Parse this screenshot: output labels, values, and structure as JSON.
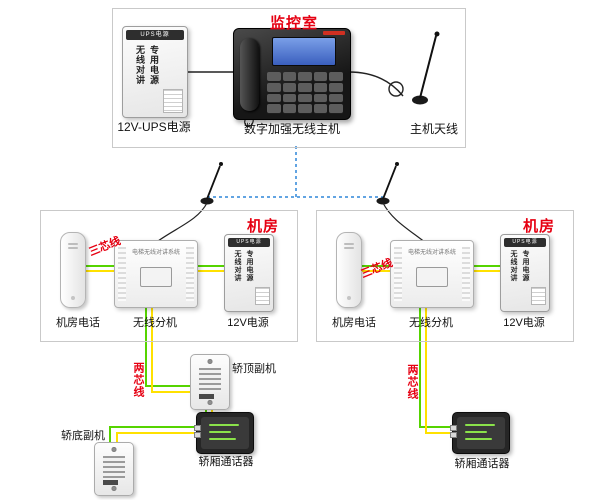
{
  "colors": {
    "title_red": "#e60012",
    "wire_green": "#55d400",
    "wire_yellow": "#ffe100",
    "wireless_link_blue": "#2e86d8"
  },
  "monitor_room": {
    "title": "监控室",
    "ups_label": "12V-UPS电源",
    "host_label": "数字加强无线主机",
    "antenna_label": "主机天线"
  },
  "device_faces": {
    "ups_brand": "UPS电源",
    "ups_col1": "无线对讲",
    "ups_col2": "专用电源",
    "extension_face": "电梯无线对讲系统"
  },
  "machine_rooms": [
    {
      "title": "机房",
      "wire_label": "三芯线",
      "phone_label": "机房电话",
      "extension_label": "无线分机",
      "power_label": "12V电源"
    },
    {
      "title": "机房",
      "wire_label": "三芯线",
      "phone_label": "机房电话",
      "extension_label": "无线分机",
      "power_label": "12V电源"
    }
  ],
  "car_left": {
    "wire_label": "两芯线",
    "top_unit_label": "轿顶副机",
    "bottom_unit_label": "轿底副机",
    "intercom_label": "轿厢通话器"
  },
  "car_right": {
    "wire_label": "两芯线",
    "intercom_label": "轿厢通话器"
  }
}
